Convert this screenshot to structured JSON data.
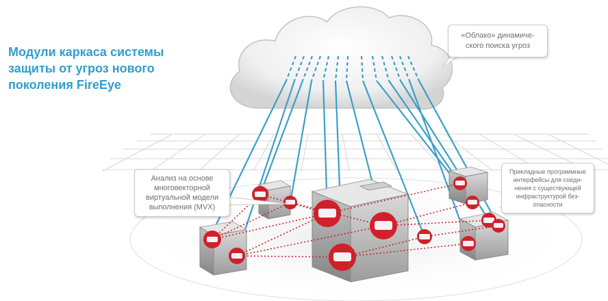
{
  "title": {
    "lines": [
      "Модули каркаса системы",
      "защиты от угроз нового",
      "поколения FireEye"
    ]
  },
  "callouts": {
    "cloud": [
      "«Облако» динамиче-",
      "ского поиска угроз"
    ],
    "mvx": [
      "Анализ на основе",
      "многовекторной",
      "виртуальной модели",
      "выполнения (MVX)"
    ],
    "api": [
      "Прикладные программные",
      "интерфейсы для соеди-",
      "нения с существующей",
      "инфраструктурой без-",
      "опасности"
    ]
  },
  "colors": {
    "title": "#2f9ecf",
    "link": "#3a9fc7",
    "node": "#d0202a",
    "dotted": "#c8202a"
  }
}
